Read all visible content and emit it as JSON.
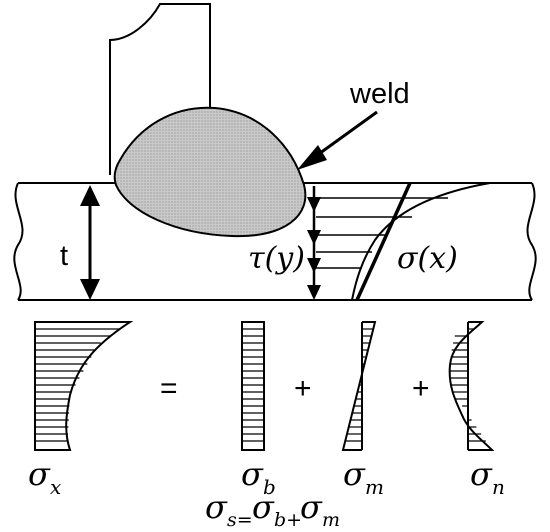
{
  "labels": {
    "weld": "weld",
    "thickness": "t",
    "tau": "τ(y)",
    "sigma_x_curve": "σ(x)",
    "equals": "=",
    "plus_1": "+",
    "plus_2": "+"
  },
  "components": {
    "sigma_x": {
      "symbol": "σ",
      "sub": "x"
    },
    "sigma_b": {
      "symbol": "σ",
      "sub": "b"
    },
    "sigma_m": {
      "symbol": "σ",
      "sub": "m"
    },
    "sigma_n": {
      "symbol": "σ",
      "sub": "n"
    }
  },
  "equation": {
    "lhs_symbol": "σ",
    "lhs_sub": "s=",
    "term1_symbol": "σ",
    "term1_sub": "b+",
    "term2_symbol": "σ",
    "term2_sub": "m"
  },
  "colors": {
    "line": "#000000",
    "weld_fill": "#c8c8c8",
    "background": "#ffffff"
  }
}
